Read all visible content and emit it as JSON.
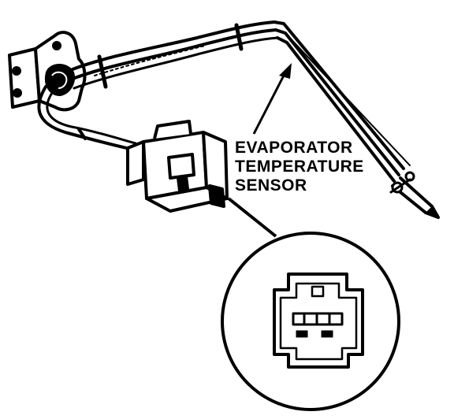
{
  "diagram": {
    "callout": {
      "lines": [
        "EVAPORATOR",
        "TEMPERATURE",
        "SENSOR"
      ]
    },
    "colors": {
      "ink": "#000000",
      "paper": "#ffffff"
    }
  }
}
